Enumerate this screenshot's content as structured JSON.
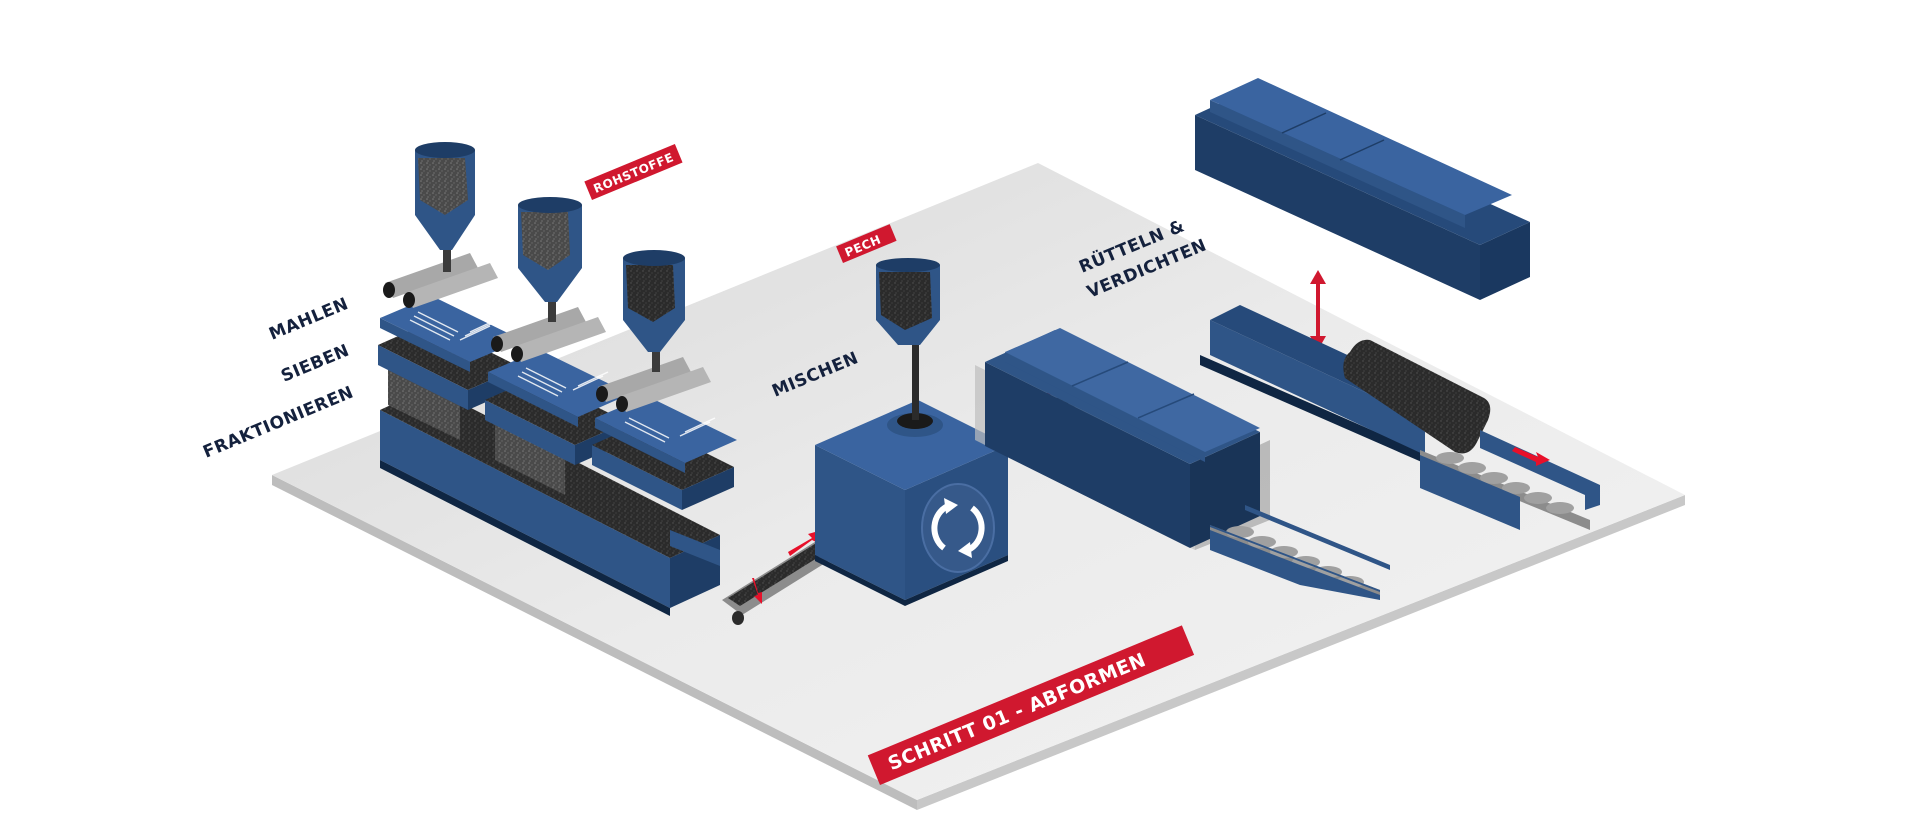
{
  "diagram": {
    "step_title": "SCHRITT 01 - ABFORMEN",
    "tags": {
      "raw_materials": "ROHSTOFFE",
      "pitch": "PECH"
    },
    "stages": {
      "grinding": "MAHLEN",
      "sieving": "SIEBEN",
      "fractioning": "FRAKTIONIEREN",
      "mixing": "MISCHEN",
      "vibrating_line1": "RÜTTELN &",
      "vibrating_line2": "VERDICHTEN"
    },
    "colors": {
      "machine_blue": "#2f5587",
      "machine_blue_dark": "#1e3d66",
      "machine_blue_darkest": "#0f2643",
      "accent_red": "#d0182f",
      "platform": "#e6e6e6",
      "material": "#2a2a2a",
      "roller_gray": "#9a9a9a",
      "label_text": "#14213d"
    },
    "icons": {
      "mixer": "refresh-cycle-icon",
      "flow": "red-arrow-icon",
      "press": "vertical-double-arrow-icon"
    }
  }
}
